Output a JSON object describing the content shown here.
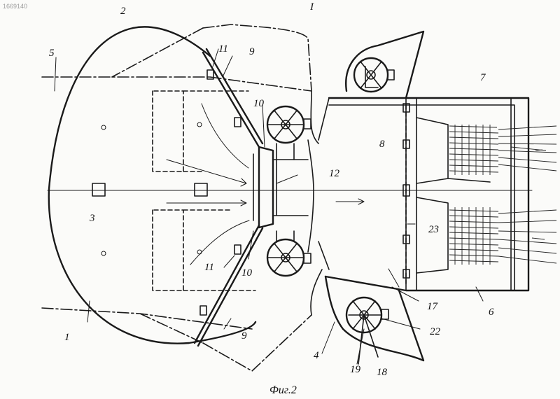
{
  "figure": {
    "doc_number": "1669140",
    "caption": "Фиг.2",
    "top_mark": "I",
    "labels": {
      "n1": "1",
      "n2": "2",
      "n3": "3",
      "n4": "4",
      "n5": "5",
      "n6": "6",
      "n7": "7",
      "n8": "8",
      "n9": "9",
      "n10": "10",
      "n11": "11",
      "n12": "12",
      "n17": "17",
      "n18": "18",
      "n19": "19",
      "n22": "22",
      "n23": "23"
    }
  }
}
